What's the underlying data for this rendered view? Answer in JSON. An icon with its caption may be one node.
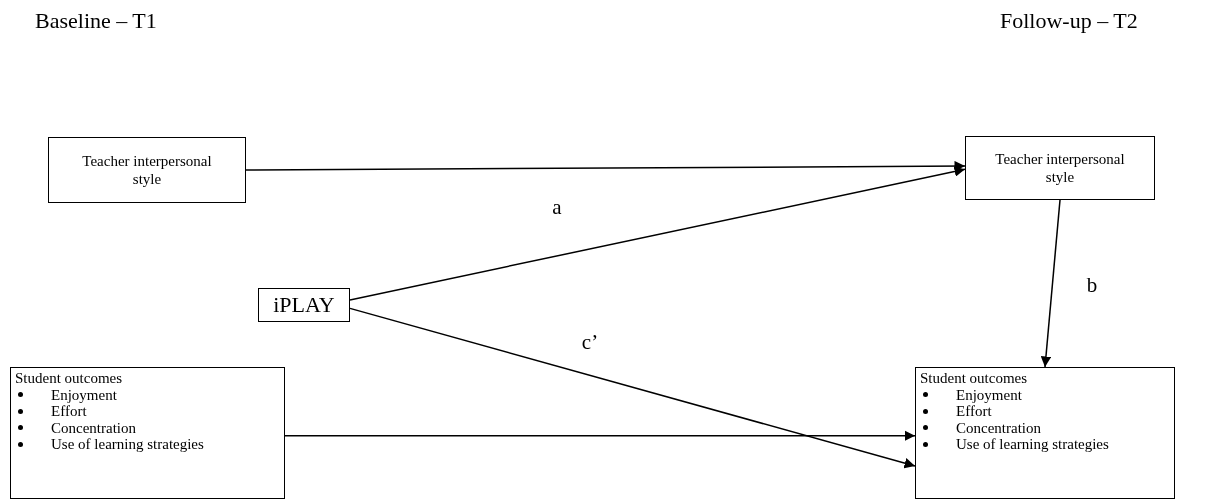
{
  "diagram": {
    "nodes": [
      {
        "text": [
          "Teacher interpersonal style"
        ]
      },
      {
        "text": [
          "Teacher interpersonal style"
        ]
      },
      {
        "text": [
          "iPLAY"
        ]
      },
      {
        "text": [
          "Student outcomes",
          "Enjoyment",
          "Effort",
          "Concentration",
          "Use of learning strategies"
        ]
      },
      {
        "text": [
          "Student outcomes",
          "Enjoyment",
          "Effort",
          "Concentration",
          "Use of learning strategies"
        ]
      }
    ],
    "edges": [
      {
        "from": 0,
        "to": 1,
        "arrow": "to"
      },
      {
        "from": 2,
        "to": 1,
        "arrow": "to",
        "label": "a"
      },
      {
        "from": 1,
        "to": 4,
        "arrow": "to",
        "label": "b"
      },
      {
        "from": 2,
        "to": 4,
        "arrow": "to",
        "label": "c’"
      },
      {
        "from": 3,
        "to": 4,
        "arrow": "to"
      }
    ],
    "labels": [
      "Baseline – T1",
      "Follow-up – T2"
    ]
  }
}
